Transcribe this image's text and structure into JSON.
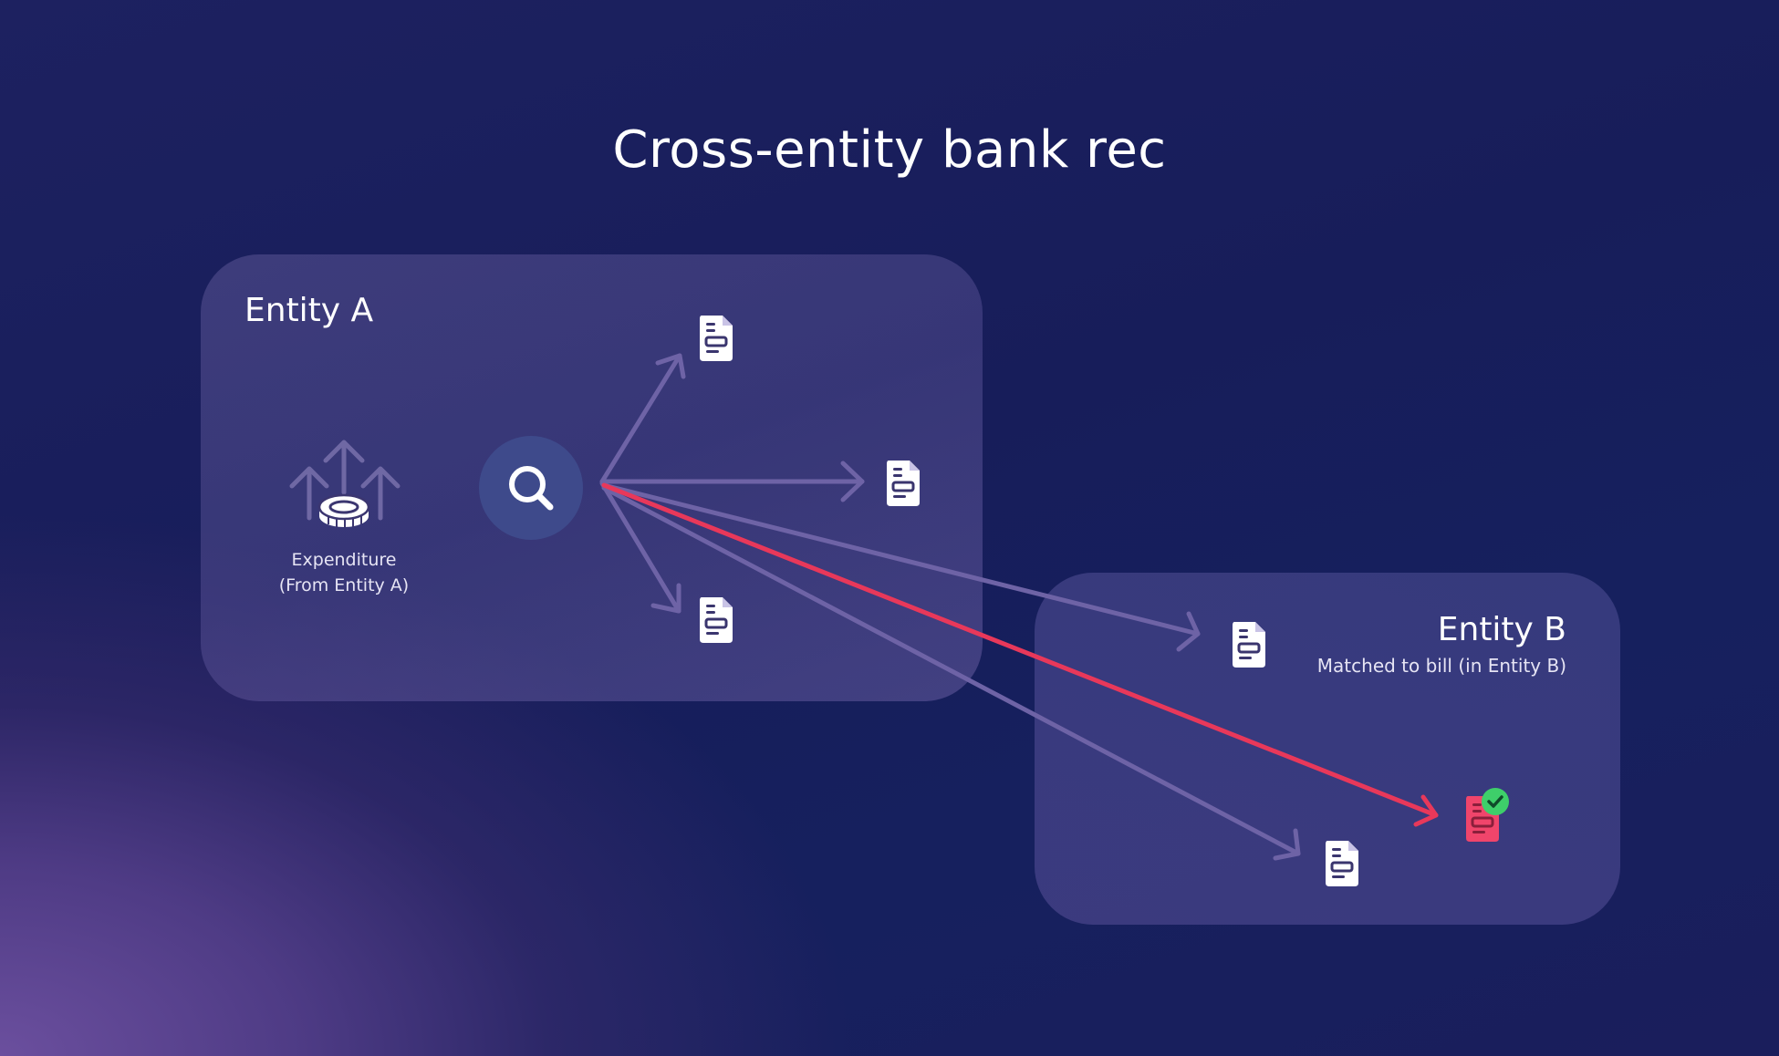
{
  "title": "Cross-entity bank rec",
  "entity_a": {
    "label": "Entity A",
    "expenditure": {
      "line1": "Expenditure",
      "line2": "(From Entity A)",
      "icon": "coin-outflow-icon"
    },
    "search_icon": "magnifier-icon",
    "documents": [
      "document-icon",
      "document-icon",
      "document-icon"
    ]
  },
  "entity_b": {
    "label": "Entity B",
    "subtitle": "Matched to bill (in Entity B)",
    "documents": [
      "document-icon",
      "document-icon"
    ],
    "matched_document": {
      "icon": "matched-bill-icon",
      "badge_icon": "check-icon"
    }
  },
  "colors": {
    "arrow": "#6e63a6",
    "match_arrow": "#e8385a",
    "matched_bill": "#f0456b",
    "check_badge": "#3ecf6a",
    "search_circle": "#3d4a8a"
  }
}
